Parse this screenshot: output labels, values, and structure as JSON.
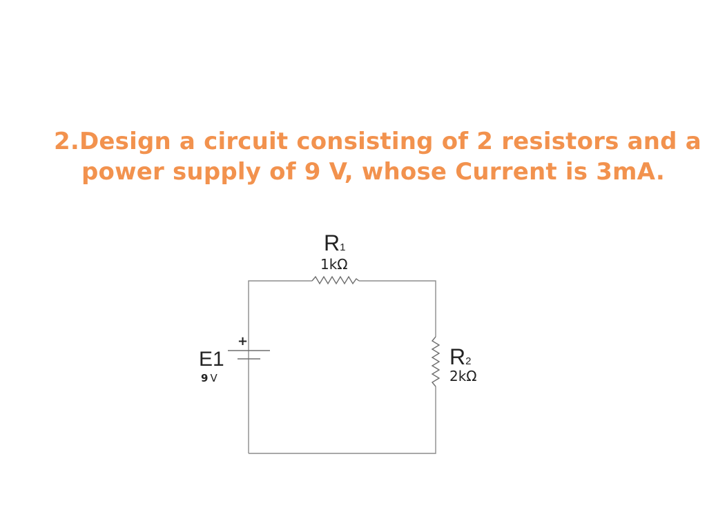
{
  "question": {
    "text": "2.Design a circuit consisting of 2 resistors and a power supply of 9 V, whose Current is 3mA."
  },
  "circuit": {
    "r1": {
      "letter": "R",
      "index": "1",
      "value": "1kΩ"
    },
    "r2": {
      "letter": "R",
      "index": "2",
      "value": "2kΩ"
    },
    "e1": {
      "name": "E1",
      "polarity": "+",
      "voltage": "9",
      "unit": "V"
    }
  },
  "colors": {
    "question_text": "#f2924e",
    "wire": "#8c8c8c"
  }
}
